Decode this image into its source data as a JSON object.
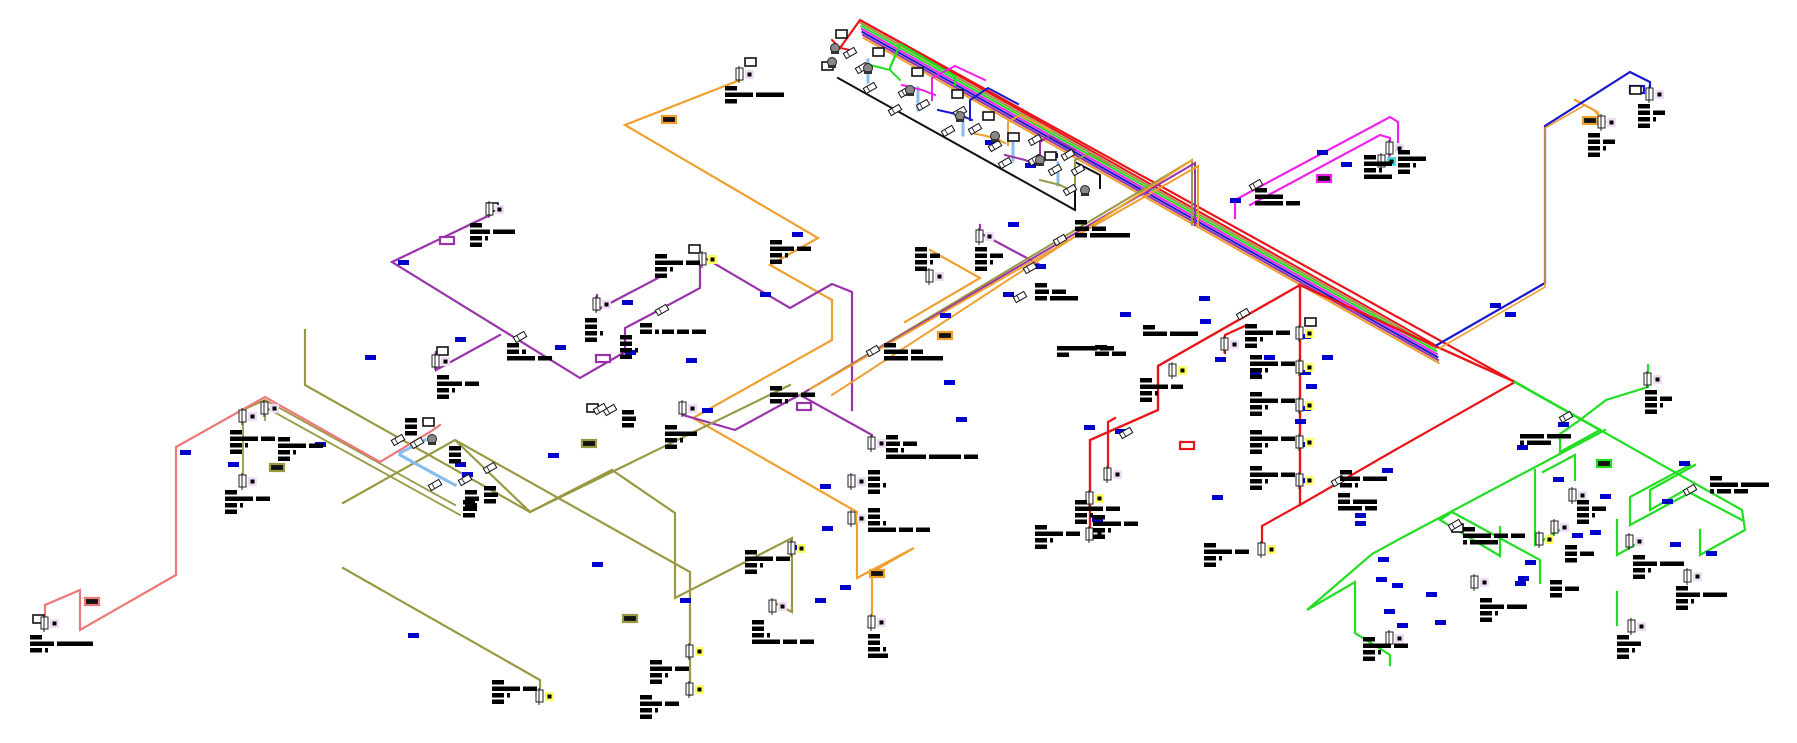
{
  "diagram": {
    "kind": "isometric-plumbing-riser",
    "background": "#ffffff",
    "label_style": "redacted",
    "label_color": "#000000",
    "tag_color": "#0000cc",
    "fixture_badge_yellow": "#ffff66",
    "fixture_badge_lilac": "#eeddf4",
    "fixture_badge_cyan": "#44dddd"
  },
  "systems": [
    {
      "id": "red",
      "color": "#e8161a"
    },
    {
      "id": "green",
      "color": "#22dd22"
    },
    {
      "id": "magenta",
      "color": "#ee22ee"
    },
    {
      "id": "blue",
      "color": "#1818cc"
    },
    {
      "id": "orange",
      "color": "#f0a030"
    },
    {
      "id": "purple",
      "color": "#9933aa"
    },
    {
      "id": "olive",
      "color": "#999944"
    },
    {
      "id": "salmon",
      "color": "#ee7777"
    },
    {
      "id": "lightblue",
      "color": "#88bbee"
    },
    {
      "id": "black",
      "color": "#111111"
    }
  ],
  "icons": {
    "fixture": "water-heater-icon",
    "valve": "valve-icon",
    "pump": "pump-icon",
    "tag": "pipe-size-tag",
    "label": "redacted-label"
  }
}
